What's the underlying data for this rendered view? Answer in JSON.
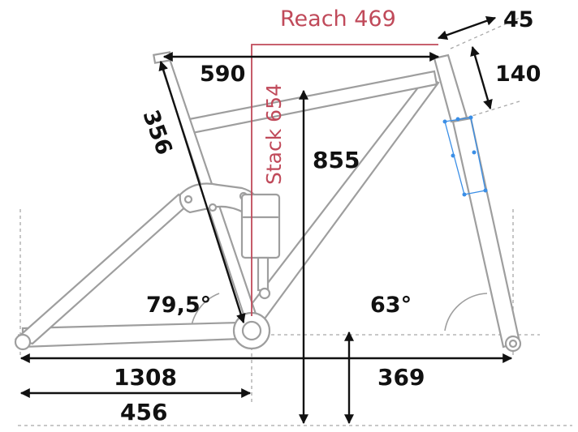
{
  "labels": {
    "reach": "Reach 469",
    "stack": "Stack 654",
    "top_tube": "590",
    "seat_tube": "356",
    "head_tube": "140",
    "head_offset": "45",
    "bb_height": "855",
    "seat_angle": "79,5°",
    "head_angle": "63°",
    "wheelbase": "1308",
    "front_center": "369",
    "chainstay": "456"
  },
  "colors": {
    "frame": "#9e9e9e",
    "dimension": "#111111",
    "reach_stack": "#c04a5a",
    "headset": "#3a8ee6"
  }
}
